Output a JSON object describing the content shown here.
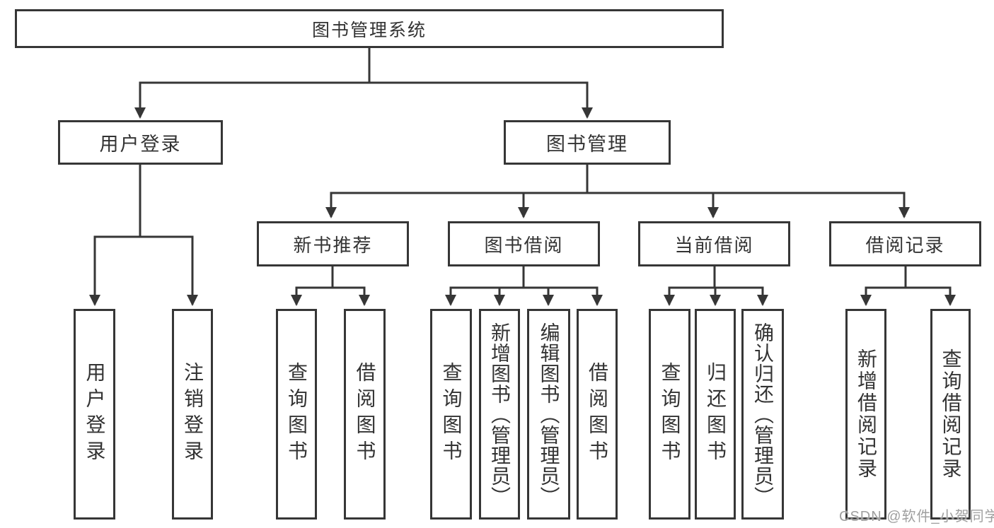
{
  "diagram": {
    "root": {
      "label": "图书管理系统"
    },
    "level2": [
      {
        "label": "用户登录"
      },
      {
        "label": "图书管理"
      }
    ],
    "level3": [
      {
        "label": "新书推荐",
        "parent": "图书管理"
      },
      {
        "label": "图书借阅",
        "parent": "图书管理"
      },
      {
        "label": "当前借阅",
        "parent": "图书管理"
      },
      {
        "label": "借阅记录",
        "parent": "图书管理"
      }
    ],
    "leaves": [
      {
        "label": "用户登录",
        "parent": "用户登录"
      },
      {
        "label": "注销登录",
        "parent": "用户登录"
      },
      {
        "label": "查询图书",
        "parent": "新书推荐"
      },
      {
        "label": "借阅图书",
        "parent": "新书推荐"
      },
      {
        "label": "查询图书",
        "parent": "图书借阅"
      },
      {
        "label": "新增图书（管理员）",
        "parent": "图书借阅"
      },
      {
        "label": "编辑图书（管理员）",
        "parent": "图书借阅"
      },
      {
        "label": "借阅图书",
        "parent": "图书借阅"
      },
      {
        "label": "查询图书",
        "parent": "当前借阅"
      },
      {
        "label": "归还图书",
        "parent": "当前借阅"
      },
      {
        "label": "确认归还（管理员）",
        "parent": "当前借阅"
      },
      {
        "label": "新增借阅记录",
        "parent": "借阅记录"
      },
      {
        "label": "查询借阅记录",
        "parent": "借阅记录"
      }
    ],
    "watermark": "CSDN @软件_小贺同学",
    "colors": {
      "line": "#363636",
      "text": "#333333",
      "background": "#ffffff",
      "watermark": "#9f9f9f"
    }
  }
}
